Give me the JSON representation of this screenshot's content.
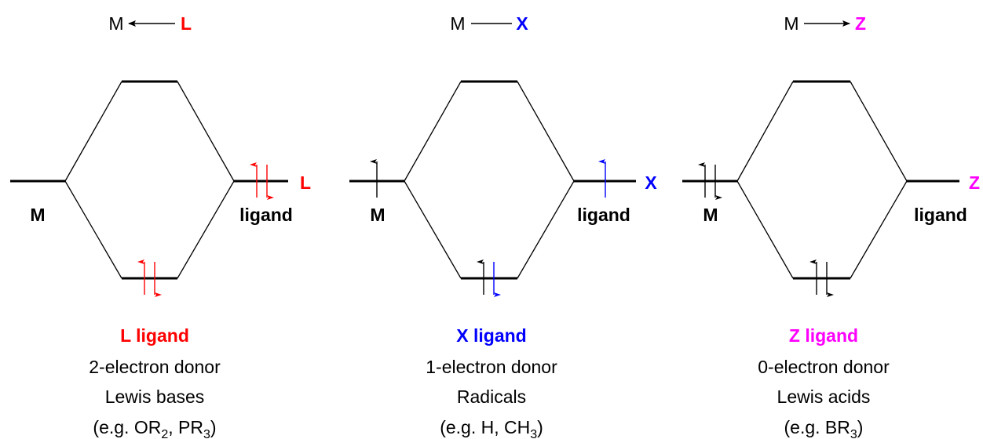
{
  "colors": {
    "L": "#ff0000",
    "X": "#0000ff",
    "Z": "#ff00ff",
    "black": "#000000"
  },
  "panels": [
    {
      "key": "L",
      "accent": "#ff0000",
      "bond": {
        "left": "M",
        "right": "L",
        "arrow": "left"
      },
      "metal_label": "M",
      "ligand_label": "ligand",
      "ligand_symbol": "L",
      "title": "L ligand",
      "line1": "2-electron donor",
      "line2": "Lewis bases",
      "example": {
        "prefix": "(e.g. OR",
        "sub1": "2",
        "mid": ", PR",
        "sub2": "3",
        "suffix": ")"
      }
    },
    {
      "key": "X",
      "accent": "#0000ff",
      "bond": {
        "left": "M",
        "right": "X",
        "arrow": "none"
      },
      "metal_label": "M",
      "ligand_label": "ligand",
      "ligand_symbol": "X",
      "title": "X ligand",
      "line1": "1-electron donor",
      "line2": "Radicals",
      "example": {
        "prefix": "(e.g. H, CH",
        "sub1": "3",
        "mid": ")",
        "sub2": "",
        "suffix": ""
      }
    },
    {
      "key": "Z",
      "accent": "#ff00ff",
      "bond": {
        "left": "M",
        "right": "Z",
        "arrow": "right"
      },
      "metal_label": "M",
      "ligand_label": "ligand",
      "ligand_symbol": "Z",
      "title": "Z ligand",
      "line1": "0-electron donor",
      "line2": "Lewis acids",
      "example": {
        "prefix": "(e.g. BR",
        "sub1": "3",
        "mid": ")",
        "sub2": "",
        "suffix": ""
      }
    }
  ]
}
